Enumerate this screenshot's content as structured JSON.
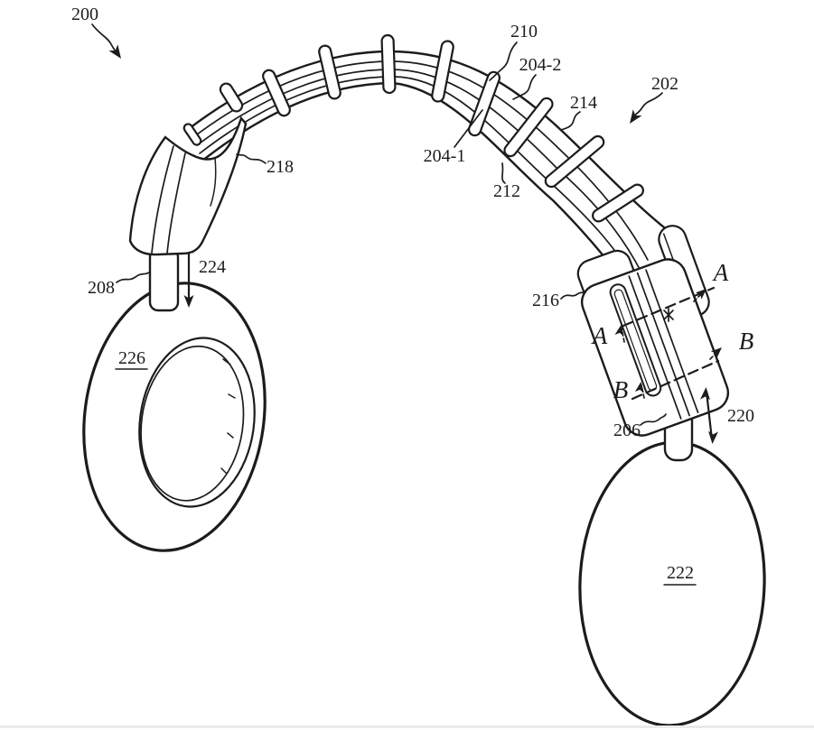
{
  "figure": {
    "type": "patent-line-drawing",
    "background": "#ffffff",
    "ink": "#1c1c1c"
  },
  "labels": {
    "n200": "200",
    "n202": "202",
    "n204_1": "204-1",
    "n204_2": "204-2",
    "n206": "206",
    "n208": "208",
    "n210": "210",
    "n212": "212",
    "n214": "214",
    "n216": "216",
    "n218": "218",
    "n220": "220",
    "n222": "222",
    "n224": "224",
    "n226": "226",
    "secA_left": "A",
    "secA_right": "A",
    "secB_left": "B",
    "secB_right": "B"
  }
}
